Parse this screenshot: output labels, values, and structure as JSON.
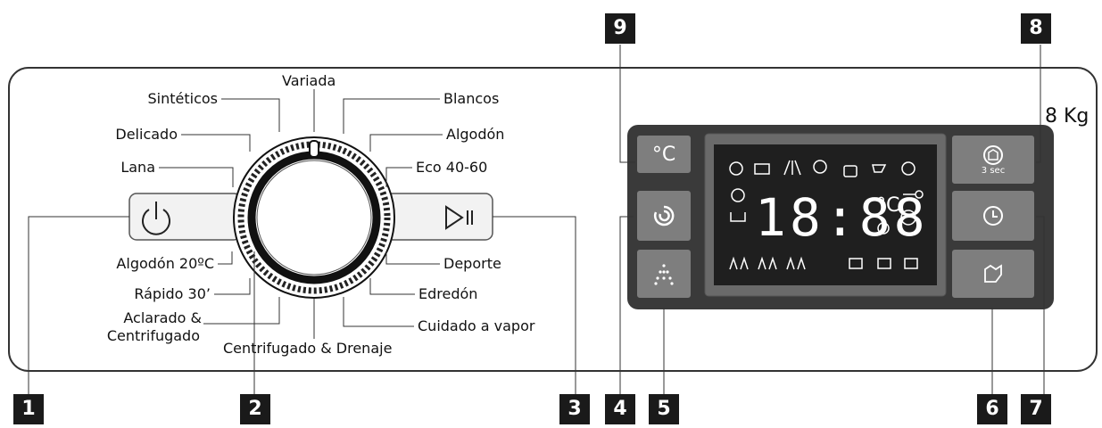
{
  "capacity": "8 Kg",
  "display": {
    "clock": "18:88",
    "temp_unit": "°C",
    "lock_badge": "3 sec"
  },
  "buttons": {
    "temp_symbol": "°C"
  },
  "programs_left": [
    "Sintéticos",
    "Delicado",
    "Lana",
    "Algodón 20ºC",
    "Rápido 30’",
    "Aclarado &",
    "Centrifugado"
  ],
  "program_top": "Variada",
  "programs_right": [
    "Blancos",
    "Algodón",
    "Eco 40-60",
    "Deporte",
    "Edredón",
    "Cuidado a vapor"
  ],
  "program_bottom": "Centrifugado & Drenaje",
  "callouts": [
    "1",
    "2",
    "3",
    "4",
    "5",
    "6",
    "7",
    "8",
    "9"
  ]
}
